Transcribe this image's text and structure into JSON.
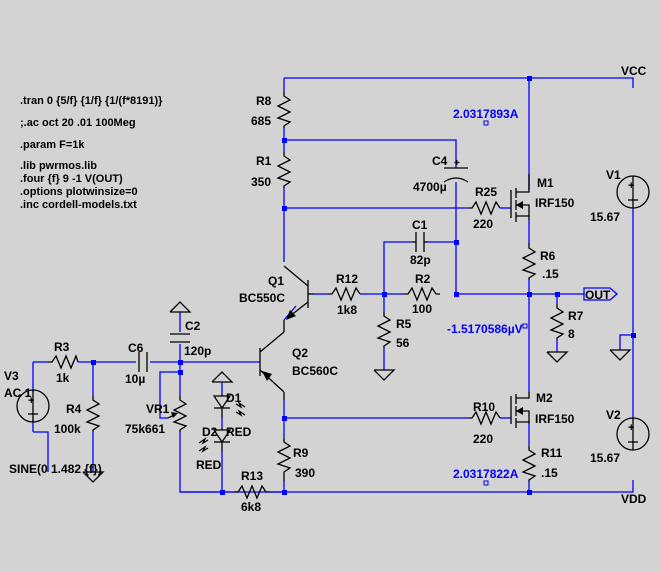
{
  "directives": [
    ".tran 0 {5/f} {1/f} {1/(f*8191)}",
    ";.ac oct 20 .01 100Meg",
    ".param F=1k",
    ".lib pwrmos.lib",
    ".four {f} 9 -1 V(OUT)",
    ".options plotwinsize=0",
    ".inc cordell-models.txt"
  ],
  "nets": {
    "vcc": "VCC",
    "vdd": "VDD",
    "out": "OUT"
  },
  "measurements": {
    "i_m1": "2.0317893A",
    "v_out": "-1.5170586µV",
    "i_m2": "2.0317822A"
  },
  "components": {
    "r8": {
      "name": "R8",
      "value": "685"
    },
    "r1": {
      "name": "R1",
      "value": "350"
    },
    "c4": {
      "name": "C4",
      "value": "4700µ"
    },
    "r25": {
      "name": "R25",
      "value": "220"
    },
    "m1": {
      "name": "M1",
      "value": "IRF150"
    },
    "v1": {
      "name": "V1",
      "value": "15.67"
    },
    "c1": {
      "name": "C1",
      "value": "82p"
    },
    "r6": {
      "name": "R6",
      "value": ".15"
    },
    "q1": {
      "name": "Q1",
      "value": "BC550C"
    },
    "r12": {
      "name": "R12",
      "value": "1k8"
    },
    "r2": {
      "name": "R2",
      "value": "100"
    },
    "r5": {
      "name": "R5",
      "value": "56"
    },
    "r7": {
      "name": "R7",
      "value": "8"
    },
    "c2": {
      "name": "C2",
      "value": "120p"
    },
    "q2": {
      "name": "Q2",
      "value": "BC560C"
    },
    "v3": {
      "name": "V3",
      "ac": "AC 1",
      "source": "SINE(0 1.482 {f})"
    },
    "r3": {
      "name": "R3",
      "value": "1k"
    },
    "c6": {
      "name": "C6",
      "value": "10µ"
    },
    "r4": {
      "name": "R4",
      "value": "100k"
    },
    "vr1": {
      "name": "VR1",
      "value": "75k661"
    },
    "d1": {
      "name": "D1",
      "value": "RED"
    },
    "d2": {
      "name": "D2",
      "value": "RED"
    },
    "m2": {
      "name": "M2",
      "value": "IRF150"
    },
    "r10": {
      "name": "R10",
      "value": "220"
    },
    "v2": {
      "name": "V2",
      "value": "15.67"
    },
    "r11": {
      "name": "R11",
      "value": ".15"
    },
    "r9": {
      "name": "R9",
      "value": "390"
    },
    "r13": {
      "name": "R13",
      "value": "6k8"
    }
  }
}
